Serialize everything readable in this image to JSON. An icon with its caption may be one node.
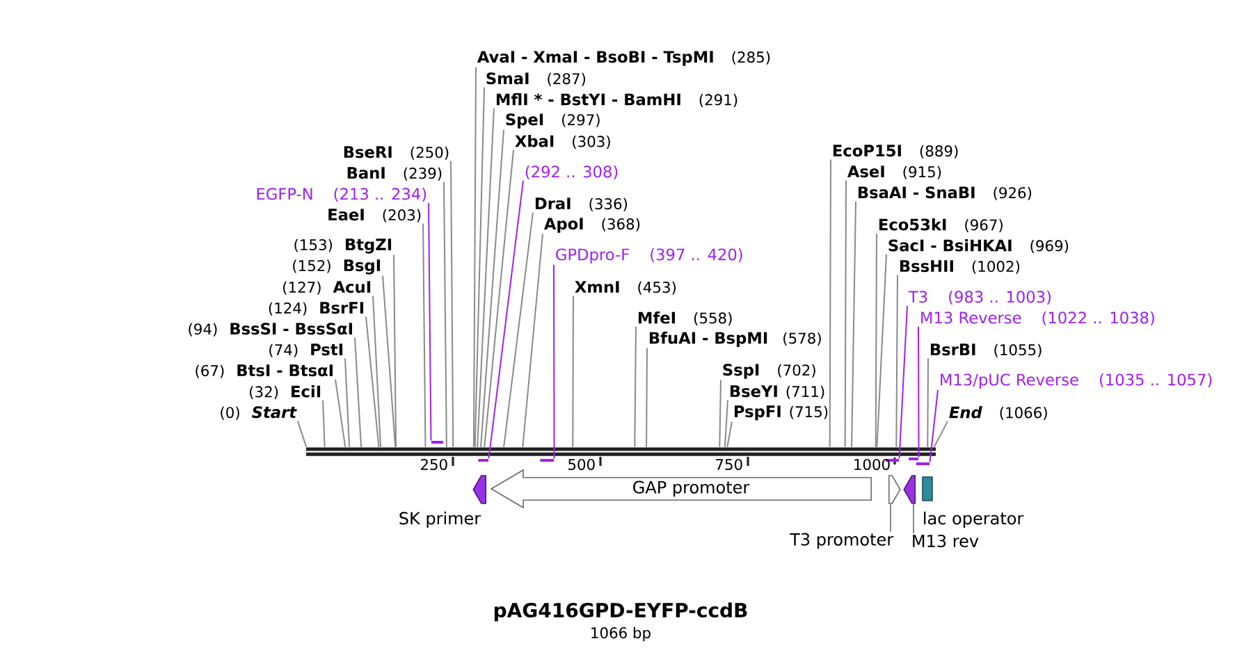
{
  "diagram": {
    "title": "pAG416GPD-EYFP-ccdB",
    "nodes": [
      {
        "text": [
          "AvaI - XmaI - BsoBI - TspMI",
          "(285)"
        ]
      },
      {
        "text": [
          "SmaI",
          "(287)"
        ]
      },
      {
        "text": [
          "MflI * - BstYI - BamHI",
          "(291)"
        ]
      },
      {
        "text": [
          "SpeI",
          "(297)"
        ]
      },
      {
        "text": [
          "XbaI",
          "(303)"
        ]
      },
      {
        "text": [
          "EcoP15I",
          "(889)"
        ]
      },
      {
        "text": [
          "AseI",
          "(915)"
        ]
      },
      {
        "text": [
          "(292 .. 308)"
        ]
      },
      {
        "text": [
          "BsaAI - SnaBI",
          "(926)"
        ]
      },
      {
        "text": [
          "DraI",
          "(336)"
        ]
      },
      {
        "text": [
          "ApoI",
          "(368)"
        ]
      },
      {
        "text": [
          "Eco53kI",
          "(967)"
        ]
      },
      {
        "text": [
          "(153)",
          "BtgZI"
        ]
      },
      {
        "text": [
          "SacI - BsiHKAI",
          "(969)"
        ]
      },
      {
        "text": [
          "GPDpro-F",
          "(397 .. 420)"
        ]
      },
      {
        "text": [
          "(152)",
          "BsgI"
        ]
      },
      {
        "text": [
          "BssHII",
          "(1002)"
        ]
      },
      {
        "text": [
          "(127)",
          "AcuI"
        ]
      },
      {
        "text": [
          "XmnI",
          "(453)"
        ]
      },
      {
        "text": [
          "T3",
          "(983 .. 1003)"
        ]
      },
      {
        "text": [
          "(124)",
          "BsrFI"
        ]
      },
      {
        "text": [
          "MfeI",
          "(558)"
        ]
      },
      {
        "text": [
          "M13 Reverse",
          "(1022 .. 1038)"
        ]
      },
      {
        "text": [
          "(94)",
          "BssSI - BssSαI"
        ]
      },
      {
        "text": [
          "BfuAI - BspMI",
          "(578)"
        ]
      },
      {
        "text": [
          "(74)",
          "PstI"
        ]
      },
      {
        "text": [
          "BsrBI",
          "(1055)"
        ]
      },
      {
        "text": [
          "(67)",
          "BtsI - BtsαI"
        ]
      },
      {
        "text": [
          "SspI",
          "(702)"
        ]
      },
      {
        "text": [
          "M13/pUC Reverse",
          "(1035 .. 1057)"
        ]
      },
      {
        "text": [
          "(32)",
          "EciI"
        ]
      },
      {
        "text": [
          "BseYI",
          "(711)"
        ]
      },
      {
        "text": [
          "(0)",
          "Start"
        ]
      },
      {
        "text": [
          "PspFI",
          "(715)"
        ]
      },
      {
        "text": [
          "End",
          "(1066)"
        ]
      },
      {
        "text": [
          "BseRI",
          "(250)"
        ]
      },
      {
        "text": [
          "BanI",
          "(239)"
        ]
      },
      {
        "text": [
          "EGFP-N",
          "(213 .. 234)"
        ]
      },
      {
        "text": [
          "EaeI",
          "(203)"
        ]
      },
      {
        "text": [],
        "shape": "arrow",
        "beside": [
          "SK primer"
        ]
      },
      {
        "text": [
          "GAP promoter"
        ]
      },
      {
        "text": [],
        "shape": "arrow"
      },
      {
        "text": [],
        "shape": "arrow"
      },
      {
        "text": [],
        "shape": "box",
        "beside": [
          "lac operator"
        ]
      },
      {
        "text": [
          "T3 promoter"
        ]
      },
      {
        "text": [
          "M13 rev"
        ]
      },
      {
        "text": [],
        "shape": "bar"
      },
      {
        "text": [],
        "shape": "bar"
      },
      {
        "text": [],
        "shape": "bar"
      },
      {
        "text": [],
        "shape": "bar"
      },
      {
        "text": [],
        "shape": "bar"
      },
      {
        "text": [],
        "shape": "bar"
      },
      {
        "text": [],
        "shape": "bar"
      }
    ],
    "edges": [
      {
        "from": 0,
        "to": 46,
        "arrow": "none"
      },
      {
        "from": 1,
        "to": 46,
        "arrow": "none"
      },
      {
        "from": 2,
        "to": 46,
        "arrow": "none"
      },
      {
        "from": 3,
        "to": 46,
        "arrow": "none"
      },
      {
        "from": 4,
        "to": 46,
        "arrow": "none"
      },
      {
        "from": 5,
        "to": 46,
        "arrow": "none"
      },
      {
        "from": 6,
        "to": 46,
        "arrow": "none"
      },
      {
        "from": 7,
        "to": 48,
        "arrow": "none",
        "color": "#a020f0"
      },
      {
        "from": 8,
        "to": 46,
        "arrow": "none"
      },
      {
        "from": 9,
        "to": 46,
        "arrow": "none"
      },
      {
        "from": 10,
        "to": 46,
        "arrow": "none"
      },
      {
        "from": 11,
        "to": 46,
        "arrow": "none"
      },
      {
        "from": 12,
        "to": 46,
        "arrow": "none"
      },
      {
        "from": 13,
        "to": 46,
        "arrow": "none"
      },
      {
        "from": 14,
        "to": 49,
        "arrow": "none",
        "color": "#a020f0"
      },
      {
        "from": 15,
        "to": 46,
        "arrow": "none"
      },
      {
        "from": 16,
        "to": 46,
        "arrow": "none"
      },
      {
        "from": 17,
        "to": 46,
        "arrow": "none"
      },
      {
        "from": 18,
        "to": 46,
        "arrow": "none"
      },
      {
        "from": 19,
        "to": 50,
        "arrow": "none",
        "color": "#a020f0"
      },
      {
        "from": 20,
        "to": 46,
        "arrow": "none"
      },
      {
        "from": 21,
        "to": 46,
        "arrow": "none"
      },
      {
        "from": 22,
        "to": 51,
        "arrow": "none",
        "color": "#a020f0"
      },
      {
        "from": 23,
        "to": 46,
        "arrow": "none"
      },
      {
        "from": 24,
        "to": 46,
        "arrow": "none"
      },
      {
        "from": 25,
        "to": 46,
        "arrow": "none"
      },
      {
        "from": 26,
        "to": 46,
        "arrow": "none"
      },
      {
        "from": 27,
        "to": 46,
        "arrow": "none"
      },
      {
        "from": 28,
        "to": 46,
        "arrow": "none"
      },
      {
        "from": 29,
        "to": 52,
        "arrow": "none",
        "color": "#a020f0"
      },
      {
        "from": 30,
        "to": 46,
        "arrow": "none"
      },
      {
        "from": 31,
        "to": 46,
        "arrow": "none"
      },
      {
        "from": 32,
        "to": 46,
        "arrow": "none"
      },
      {
        "from": 33,
        "to": 46,
        "arrow": "none"
      },
      {
        "from": 34,
        "to": 46,
        "arrow": "none"
      },
      {
        "from": 35,
        "to": 46,
        "arrow": "none"
      },
      {
        "from": 36,
        "to": 46,
        "arrow": "none"
      },
      {
        "from": 37,
        "to": 47,
        "arrow": "none",
        "color": "#a020f0"
      },
      {
        "from": 38,
        "to": 46,
        "arrow": "none"
      },
      {
        "from": 44,
        "to": 41,
        "arrow": "none"
      },
      {
        "from": 45,
        "to": 42,
        "arrow": "none"
      }
    ],
    "labels": [
      "250",
      "500",
      "750",
      "1000",
      "1066 bp"
    ]
  }
}
